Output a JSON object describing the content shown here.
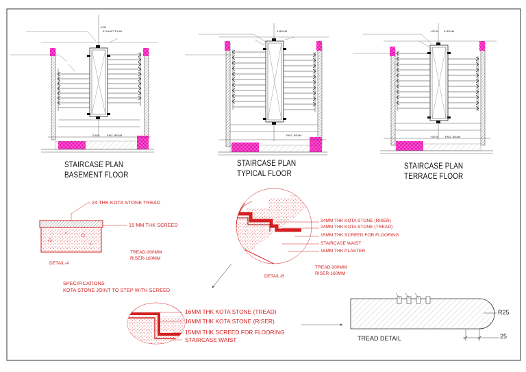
{
  "plans": [
    {
      "title_line1": "STAIRCASE PLAN",
      "title_line2": "BASEMENT FLOOR",
      "level_top": "-2.80",
      "level_bottom": "-5.600",
      "level_text_top": "& SHAFT PLAN",
      "slab_label": "ENG. BEAM"
    },
    {
      "title_line1": "STAIRCASE PLAN",
      "title_line2": "TYPICAL FLOOR",
      "level_top": "",
      "level_bottom": "",
      "level_text_top": "& BEAM",
      "slab_label": "ENG. BEAM"
    },
    {
      "title_line1": "STAIRCASE PLAN",
      "title_line2": "TERRACE FLOOR",
      "level_top": "+28.90",
      "level_bottom": "+26.00",
      "level_text_top": "& BEAM",
      "slab_label": "ENG. BEAM"
    }
  ],
  "detail_a": {
    "tread": "24 THK KOTA STONE TREAD",
    "screed": "15 MM THK SCREED",
    "label": "DETAIL-A",
    "dims_line1": "TREAD-300MM",
    "dims_line2": "RISER-160MM"
  },
  "detail_b": {
    "riser": "24MM THK KOTA STONE (RISER)",
    "tread": "24MM THK KOTA STONE (TREAD)",
    "screed": "15MM THK SCREED FOR FLOORING",
    "waist": "STAIRCASE WAIST",
    "plaster": "15MM THK PLASTER",
    "label": "DETAIL-B",
    "dims_line1": "TREAD-300MM",
    "dims_line2": "RISER-160MM"
  },
  "specifications": {
    "line1": "SPECIFICATIONS",
    "line2": "KOTA STONE JOINT TO STEP WITH SCREED"
  },
  "detail_c": {
    "tread": "16MM THK KOTA STONE (TREAD)",
    "riser": "16MM THK KOTA STONE (RISER)",
    "screed": "15MM THK SCREED FOR FLOORING",
    "waist": "STAIRCASE WAIST"
  },
  "tread_detail": {
    "label": "TREAD DETAIL",
    "radius": "R25",
    "dim": "25"
  },
  "colors": {
    "red": "#d32020",
    "magenta": "#ff33cc",
    "line": "#222222"
  }
}
